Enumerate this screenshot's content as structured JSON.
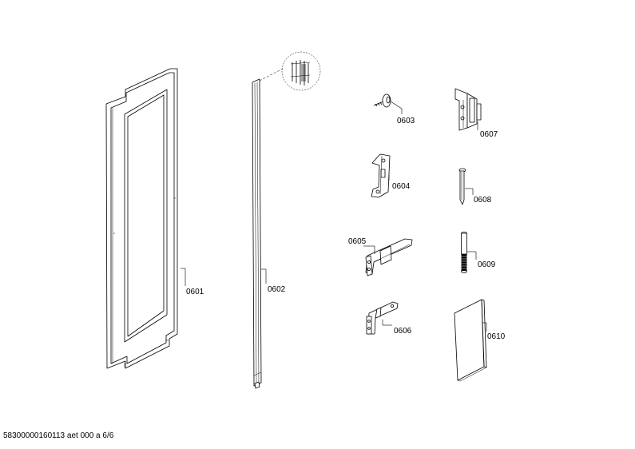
{
  "parts": [
    {
      "id": "p0601",
      "label": "0601"
    },
    {
      "id": "p0602",
      "label": "0602"
    },
    {
      "id": "p0603",
      "label": "0603"
    },
    {
      "id": "p0604",
      "label": "0604"
    },
    {
      "id": "p0605",
      "label": "0605"
    },
    {
      "id": "p0606",
      "label": "0606"
    },
    {
      "id": "p0607",
      "label": "0607"
    },
    {
      "id": "p0608",
      "label": "0608"
    },
    {
      "id": "p0609",
      "label": "0609"
    },
    {
      "id": "p0610",
      "label": "0610"
    }
  ],
  "footer": "58300000160113 aet 000 a 6/6"
}
